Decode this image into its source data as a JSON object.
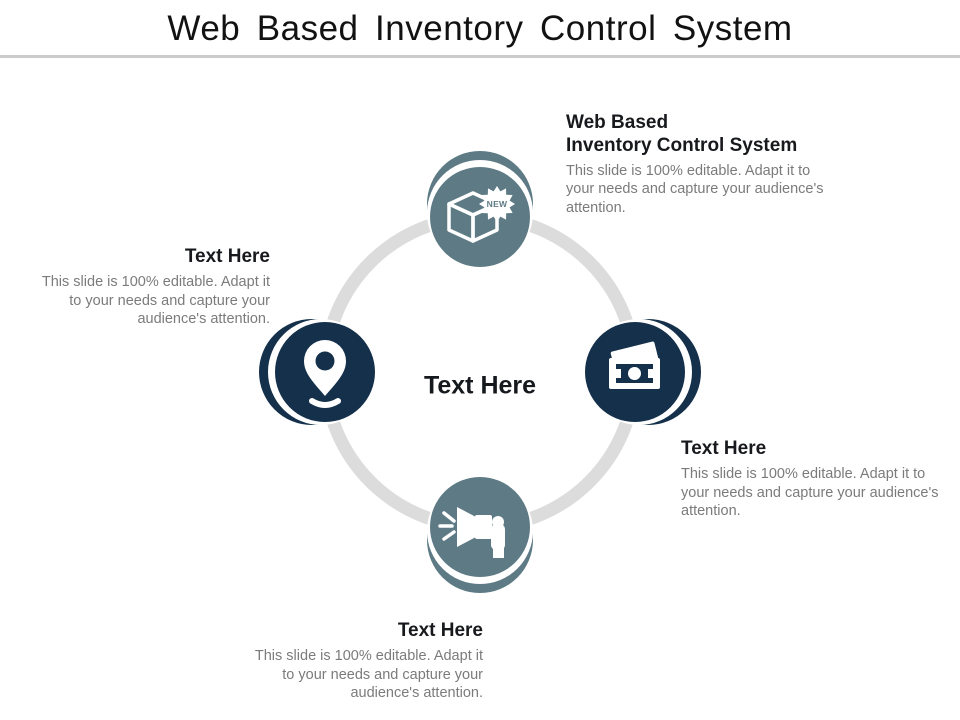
{
  "title": "Web Based Inventory Control System",
  "center_label": "Text Here",
  "colors": {
    "teal": "#5e7b85",
    "navy": "#14304a",
    "ring": "#dcdcdc",
    "title_text": "#121212",
    "heading_text": "#17191c",
    "body_text": "#7b7b7b"
  },
  "nodes": {
    "top": {
      "icon": "new-product-box-icon",
      "badge": "NEW",
      "color": "teal"
    },
    "right": {
      "icon": "money-icon",
      "color": "navy"
    },
    "bottom": {
      "icon": "megaphone-announcement-icon",
      "color": "teal"
    },
    "left": {
      "icon": "location-pin-icon",
      "color": "navy"
    }
  },
  "blocks": {
    "top_right": {
      "heading": "Web Based\nInventory Control System",
      "body": "This slide is 100% editable. Adapt it to your needs and capture your audience's attention."
    },
    "left": {
      "heading": "Text Here",
      "body": "This slide is 100% editable. Adapt it to your needs and capture your audience's attention."
    },
    "right": {
      "heading": "Text Here",
      "body": "This slide is 100% editable. Adapt it to your needs and capture your audience's attention."
    },
    "bottom": {
      "heading": "Text Here",
      "body": "This slide is 100% editable. Adapt it to your needs and capture your audience's attention."
    }
  }
}
